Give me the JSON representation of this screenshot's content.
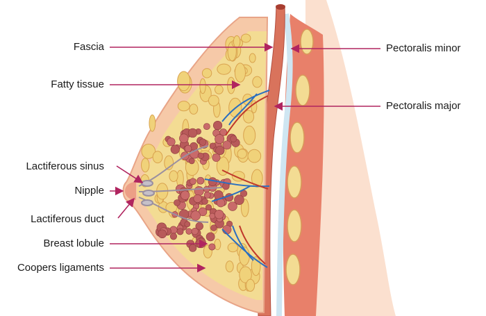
{
  "diagram": {
    "left_labels": [
      {
        "id": "fascia",
        "text": "Fascia"
      },
      {
        "id": "fatty-tissue",
        "text": "Fatty tissue"
      },
      {
        "id": "lactiferous-sinus",
        "text": "Lactiferous sinus"
      },
      {
        "id": "nipple",
        "text": "Nipple"
      },
      {
        "id": "lactiferous-duct",
        "text": "Lactiferous duct"
      },
      {
        "id": "breast-lobule",
        "text": "Breast lobule"
      },
      {
        "id": "coopers-ligaments",
        "text": "Coopers ligaments"
      }
    ],
    "right_labels": [
      {
        "id": "pectoralis-minor",
        "text": "Pectoralis minor"
      },
      {
        "id": "pectoralis-major",
        "text": "Pectoralis major"
      }
    ],
    "colors": {
      "arrow": "#b0245f",
      "skin": "#f6c9a8",
      "fat": "#f0d27a",
      "muscle": "#d9735c",
      "lobule": "#b85a5a",
      "vein": "#2a6fc0",
      "artery": "#c0392b"
    }
  }
}
